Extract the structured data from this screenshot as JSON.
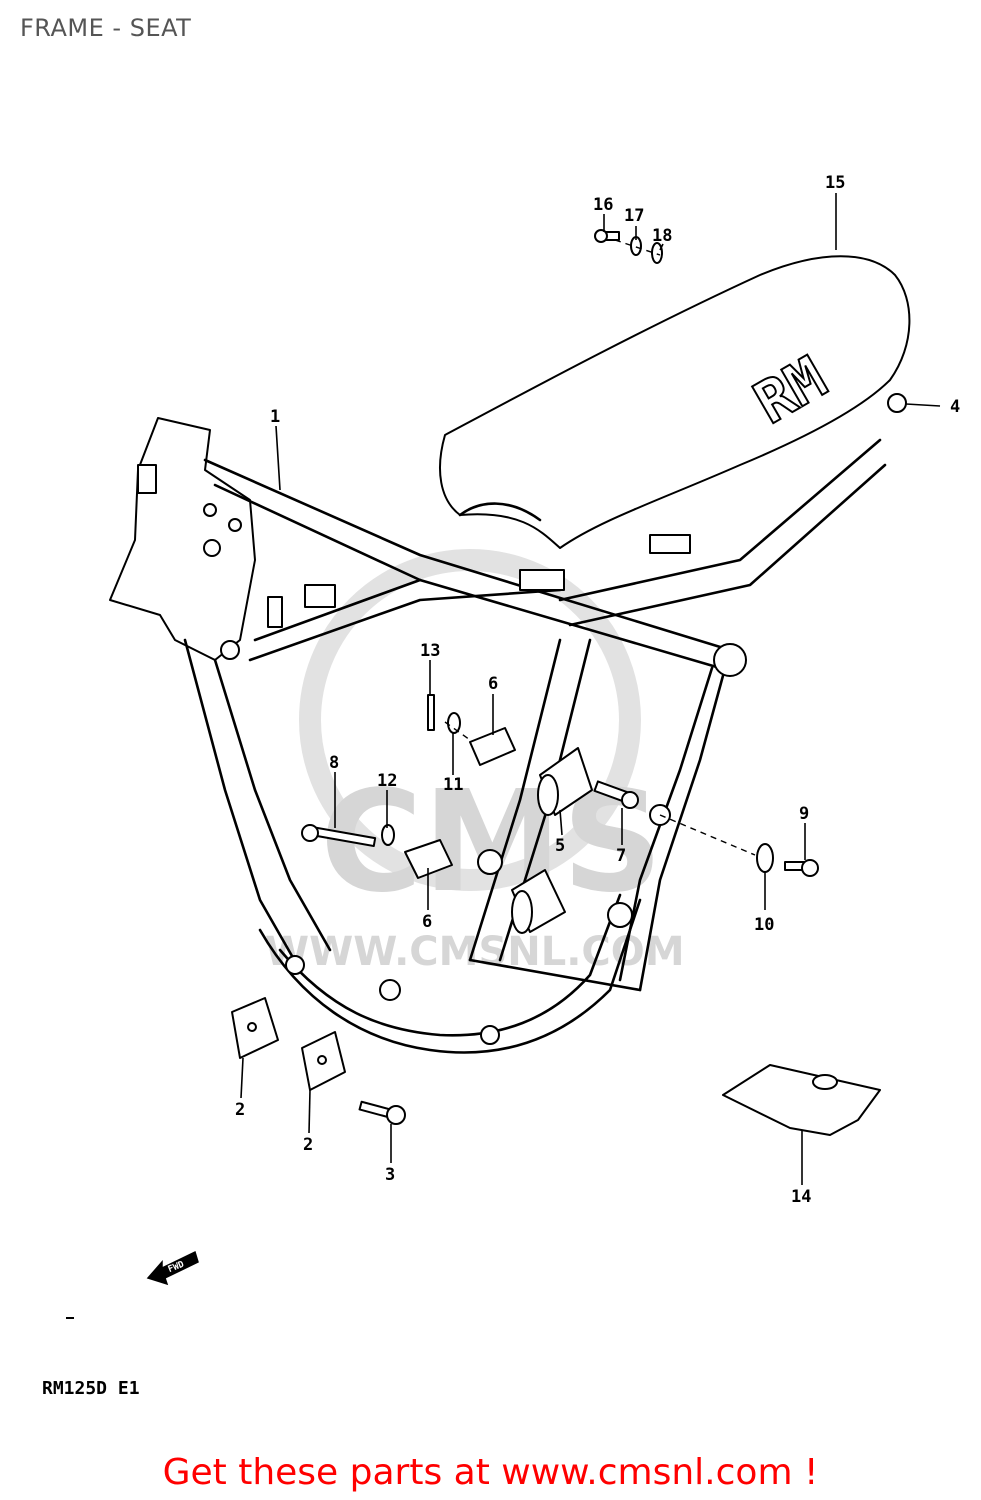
{
  "header": {
    "title": "FRAME - SEAT"
  },
  "diagram": {
    "model_code": "RM125D E1",
    "seat_logo": "RM",
    "fwd_arrow_label": "FWD",
    "watermark": {
      "lines": [
        "CMS",
        "WWW.CMSNL.COM"
      ]
    },
    "part_labels": {
      "p1": "1",
      "p2a": "2",
      "p2b": "2",
      "p3": "3",
      "p4": "4",
      "p5": "5",
      "p6a": "6",
      "p6b": "6",
      "p7": "7",
      "p8": "8",
      "p9": "9",
      "p10": "10",
      "p11": "11",
      "p12": "12",
      "p13": "13",
      "p14": "14",
      "p15": "15",
      "p16": "16",
      "p17": "17",
      "p18": "18"
    }
  },
  "footer": {
    "promo_text": "Get these parts at www.cmsnl.com !",
    "promo_color": "#ff0000"
  },
  "colors": {
    "line": "#000000",
    "title": "#555555",
    "watermark": "#d6d6d6",
    "background": "#ffffff"
  }
}
